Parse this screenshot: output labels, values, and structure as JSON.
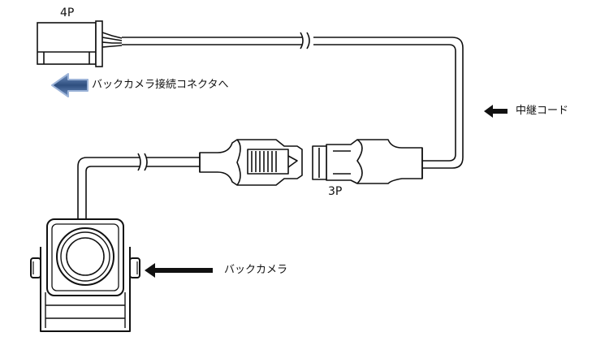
{
  "labels": {
    "connector_4p": "4P",
    "connector_3p": "3P",
    "backcamera_connector": "バックカメラ接続コネクタへ",
    "relay_cord": "中継コード",
    "backcamera": "バックカメラ"
  },
  "colors": {
    "stroke": "#111111",
    "arrow_fill": "#2f4f7f",
    "arrow_edge": "#9db4d8"
  }
}
